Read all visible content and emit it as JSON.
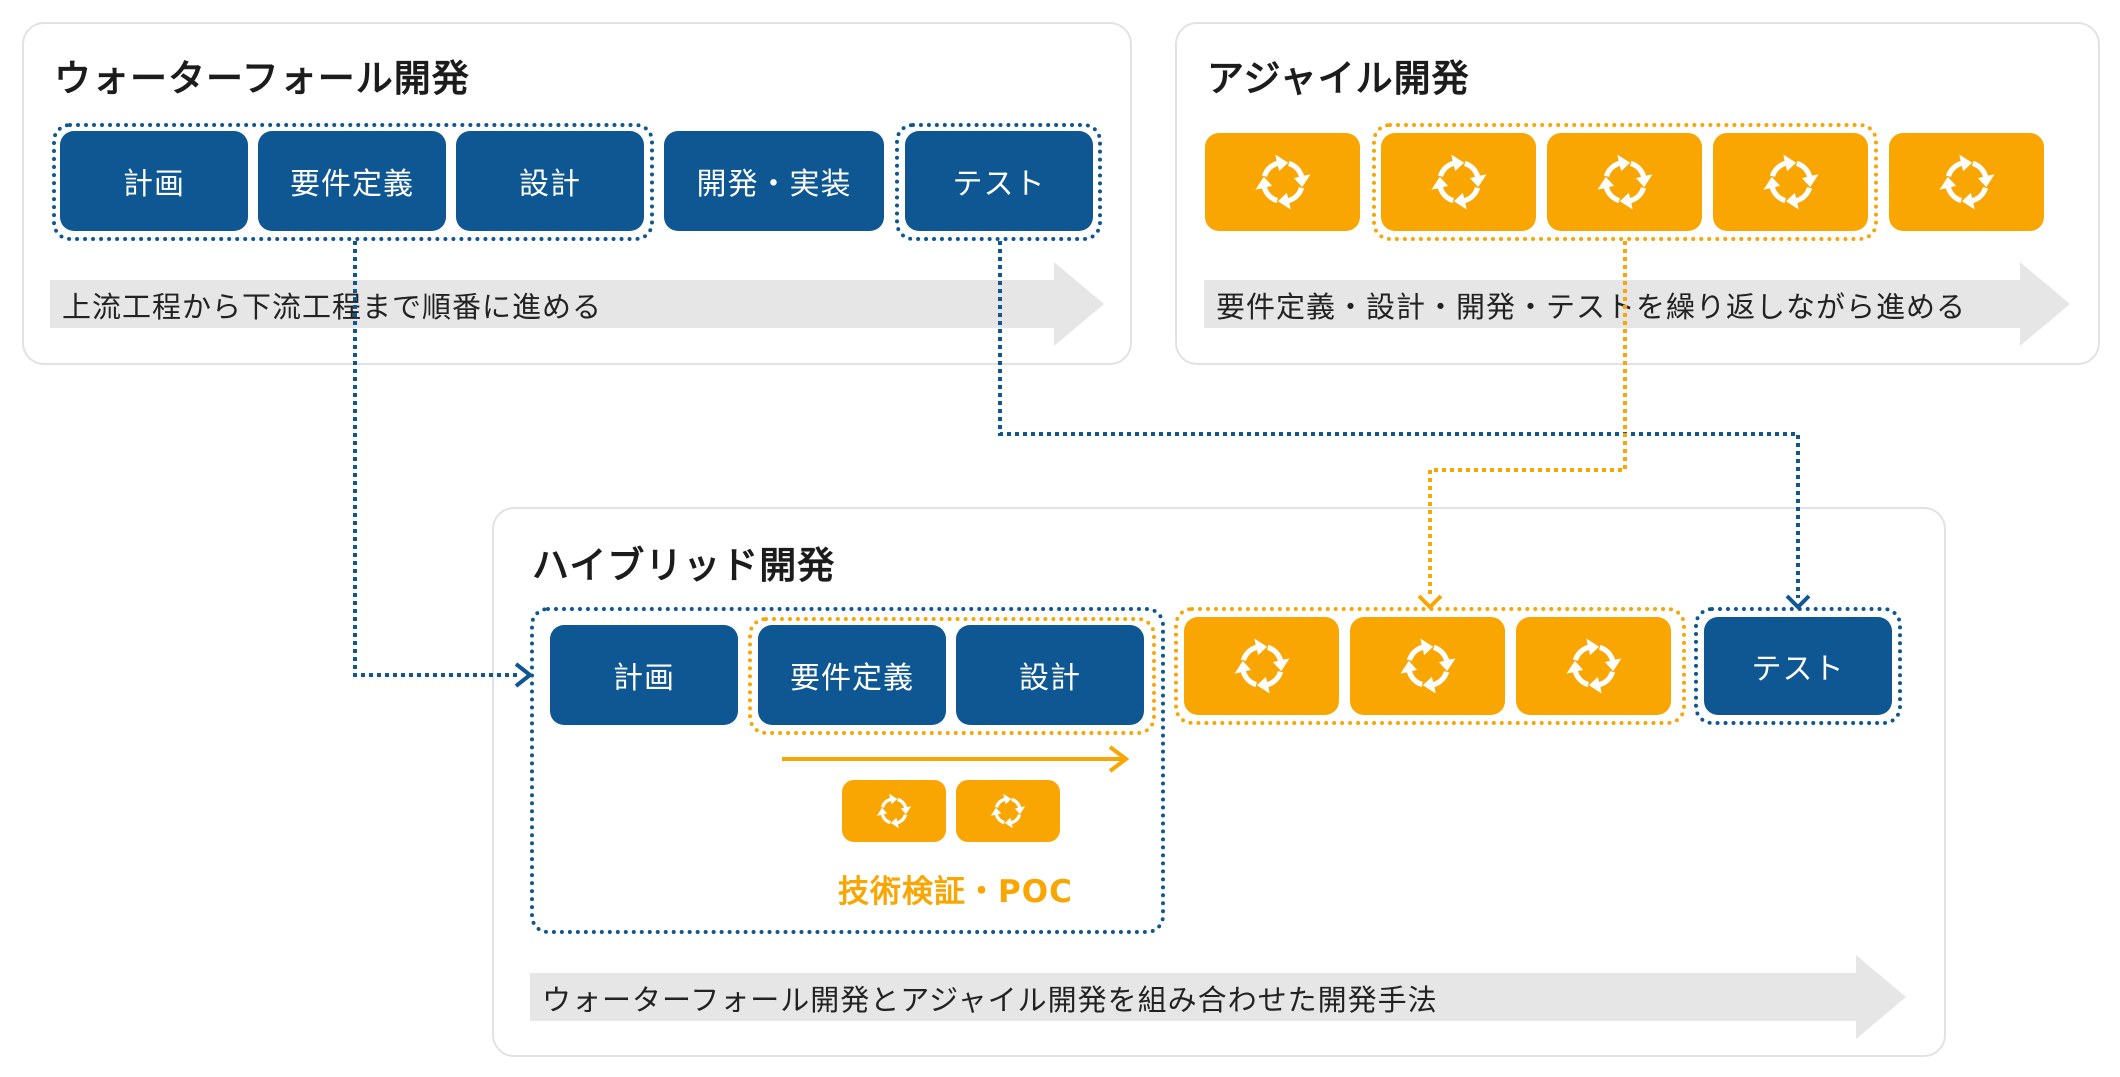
{
  "waterfall": {
    "title": "ウォーターフォール開発",
    "steps": [
      "計画",
      "要件定義",
      "設計",
      "開発・実装",
      "テスト"
    ],
    "flow_text": "上流工程から下流工程まで順番に進める"
  },
  "agile": {
    "title": "アジャイル開発",
    "cycle_icon": "cycle-arrows-icon",
    "flow_text": "要件定義・設計・開発・テストを繰り返しながら進める"
  },
  "hybrid": {
    "title": "ハイブリッド開発",
    "steps": [
      "計画",
      "要件定義",
      "設計"
    ],
    "test_label": "テスト",
    "poc_label": "技術検証・POC",
    "flow_text": "ウォーターフォール開発とアジャイル開発を組み合わせた開発手法"
  },
  "colors": {
    "blue": "#0e5793",
    "orange": "#f9a603",
    "band": "#e6e6e6",
    "panel_border": "#e2e2e2"
  }
}
